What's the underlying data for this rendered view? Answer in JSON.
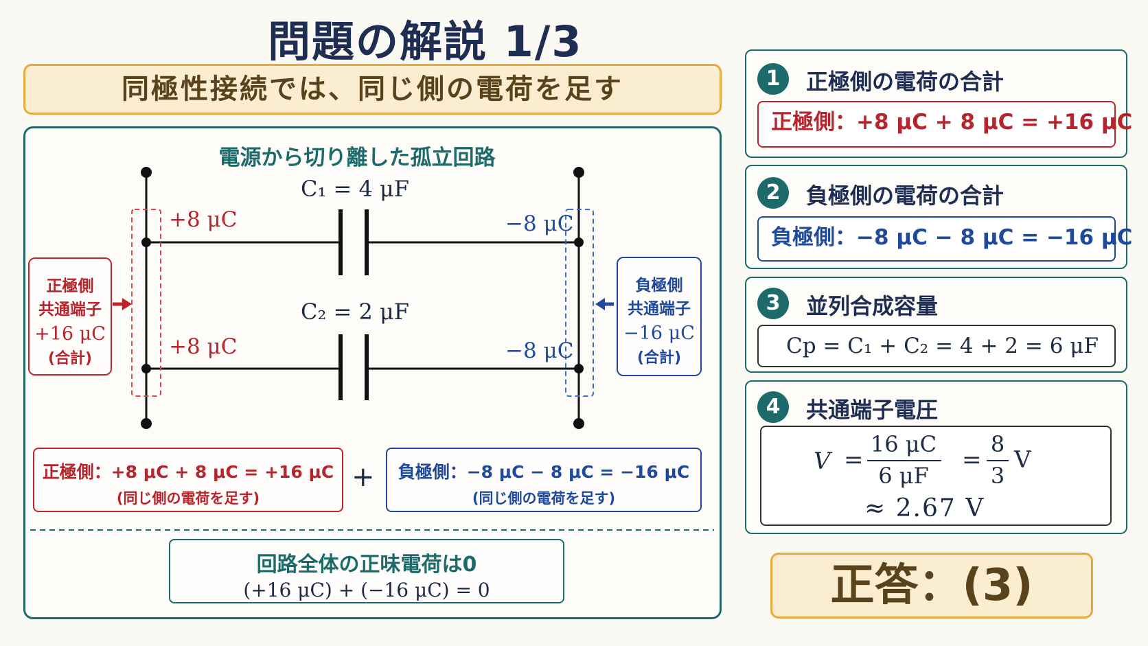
{
  "title": "問題の解説 1/3",
  "banner": "同極性接続では、同じ側の電荷を足す",
  "circuit": {
    "title": "電源から切り離した孤立回路",
    "c1_label": "C₁ = 4 μF",
    "c2_label": "C₂ = 2 μF",
    "c1_pos_charge": "+8 μC",
    "c1_neg_charge": "−8 μC",
    "c2_pos_charge": "+8 μC",
    "c2_neg_charge": "−8 μC",
    "pos_terminal": {
      "line1": "正極側",
      "line2": "共通端子",
      "value": "+16 μC",
      "note": "(合計)"
    },
    "neg_terminal": {
      "line1": "負極側",
      "line2": "共通端子",
      "value": "−16 μC",
      "note": "(合計)"
    },
    "pos_sum": {
      "text": "正極側：+8 μC + 8 μC = +16 μC",
      "note": "(同じ側の電荷を足す)"
    },
    "plus_sign": "+",
    "neg_sum": {
      "text": "負極側：−8 μC − 8 μC = −16 μC",
      "note": "(同じ側の電荷を足す)"
    },
    "net": {
      "title": "回路全体の正味電荷は0",
      "equation": "(+16 μC) + (−16 μC) = 0"
    }
  },
  "steps": [
    {
      "num": "1",
      "title": "正極側の電荷の合計",
      "equation": "正極側：+8 μC + 8 μC = +16 μC",
      "color": "#b8242b"
    },
    {
      "num": "2",
      "title": "負極側の電荷の合計",
      "equation": "負極側：−8 μC − 8 μC = −16 μC",
      "color": "#1f4a9c"
    },
    {
      "num": "3",
      "title": "並列合成容量",
      "equation": "Cp = C₁ + C₂ = 4 + 2 = 6 μF",
      "color": "#1e2a44"
    },
    {
      "num": "4",
      "title": "共通端子電圧",
      "v": "V",
      "eq1": "=",
      "frac1_num": "16 μC",
      "frac1_den": "6 μF",
      "eq2": "=",
      "frac2_num": "8",
      "frac2_den": "3",
      "unit": "V",
      "approx": "≈ 2.67 V",
      "color": "#1e2a44"
    }
  ],
  "answer": "正答：(3)",
  "colors": {
    "accent": "#1d6a6b",
    "positive": "#b8242b",
    "negative": "#1f4a9c",
    "highlight_bg": "#fbeed0",
    "highlight_border": "#e8a93e"
  }
}
